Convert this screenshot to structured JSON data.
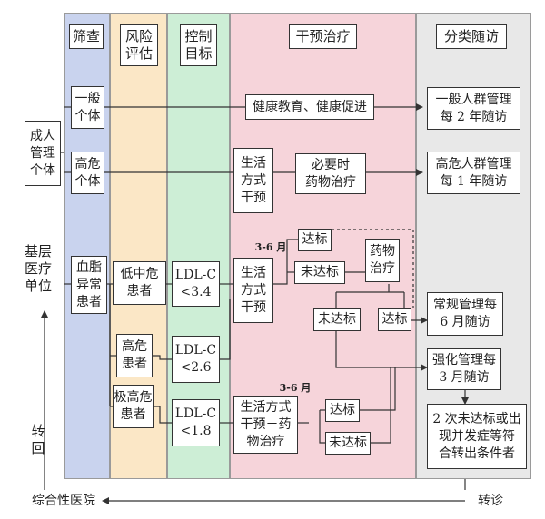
{
  "colors": {
    "screening": "#c9d3ee",
    "risk": "#fbe7c6",
    "target": "#cdeed6",
    "intervention": "#f6d4da",
    "followup": "#e8e8e8"
  },
  "columns": {
    "screening": "筛查",
    "risk": "风险\n评估",
    "target": "控制\n目标",
    "intervention": "干预治疗",
    "followup": "分类随访"
  },
  "left": {
    "adult": "成人\n管理\n个体",
    "primary": "基层\n医疗\n单位",
    "referral_back": "转\n回",
    "hospital": "综合性医院"
  },
  "screening": {
    "general": "一般\n个体",
    "high_risk": "高危\n个体",
    "dyslipidemia": "血脂\n异常\n患者"
  },
  "risk": {
    "low_mid": "低中危\n患者",
    "high": "高危\n患者",
    "very_high": "极高危\n患者"
  },
  "target": {
    "t1": "LDL-C\n<3.4",
    "t2": "LDL-C\n<2.6",
    "t3": "LDL-C\n<1.8"
  },
  "intervention": {
    "health_edu": "健康教育、健康促进",
    "lifestyle_high": "生活\n方式\n干预",
    "drug_if_needed": "必要时\n药物治疗",
    "lifestyle_low": "生活\n方式\n干预",
    "period_1": "3-6 月",
    "reached_1": "达标",
    "not_reached_1": "未达标",
    "drug": "药物\n治疗",
    "not_reached_2": "未达标",
    "reached_2": "达标",
    "period_2": "3-6 月",
    "lifestyle_drug": "生活方式\n干预＋药\n物治疗",
    "reached_3": "达标",
    "not_reached_3": "未达标"
  },
  "followup": {
    "general": "一般人群管理\n每 2 年随访",
    "high_risk": "高危人群管理\n每 1 年随访",
    "routine": "常规管理每\n6 月随访",
    "intensive": "强化管理每\n3 月随访",
    "refer": "2 次未达标或出\n现并发症等符\n合转出条件者"
  },
  "bottom": {
    "referral_out": "转诊"
  }
}
